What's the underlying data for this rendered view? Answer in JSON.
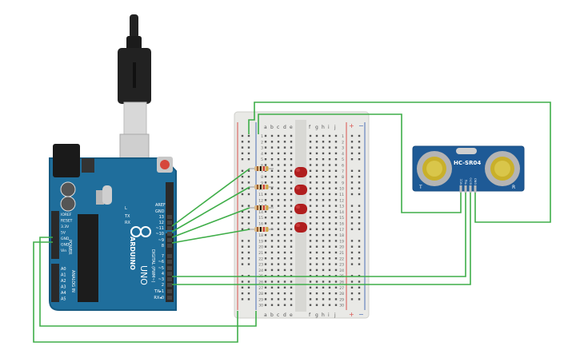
{
  "canvas": {
    "background": "#ffffff"
  },
  "colors": {
    "wire": "#3fae49",
    "arduino_board": "#1f6e9c",
    "arduino_edge": "#165a82",
    "breadboard": "#e9e9e6",
    "rail_red": "#d9534f",
    "rail_blue": "#4a6fb5",
    "sensor_board": "#1e5a96",
    "transducer": "#c9b02a",
    "led": "#b01e1e",
    "usb": "#222222"
  },
  "arduino": {
    "brand": "ARDUINO",
    "model": "UNO",
    "aref_label": "AREF",
    "gnd_label": "GND",
    "digital_label": "DIGITAL (PWM~)",
    "tx_label": "TX→1",
    "rx_label": "RX←0",
    "tx_led": "TX",
    "rx_led": "RX",
    "l_led": "L",
    "power_label": "POWER",
    "analog_label": "ANALOG IN",
    "power_pins": [
      "IOREF",
      "RESET",
      "3.3V",
      "5V",
      "GND",
      "GND",
      "Vin"
    ],
    "analog_pins": [
      "A0",
      "A1",
      "A2",
      "A3",
      "A4",
      "A5"
    ],
    "digital_pins": [
      "13",
      "12",
      "~11",
      "~10",
      "~9",
      "8",
      "7",
      "~6",
      "~5",
      "4",
      "~3",
      "2",
      "TX▸1",
      "RX◂0"
    ]
  },
  "breadboard": {
    "column_letters_left": [
      "a",
      "b",
      "c",
      "d",
      "e"
    ],
    "column_letters_right": [
      "f",
      "g",
      "h",
      "i",
      "j"
    ],
    "rail_plus": "+",
    "rail_minus": "−",
    "row_numbers": [
      "1",
      "2",
      "3",
      "4",
      "5",
      "6",
      "7",
      "8",
      "9",
      "10",
      "11",
      "12",
      "13",
      "14",
      "15",
      "16",
      "17",
      "18",
      "19",
      "20",
      "21",
      "22",
      "23",
      "24",
      "25",
      "26",
      "27",
      "28",
      "29",
      "30"
    ]
  },
  "sensor": {
    "name": "HC-SR04",
    "left_marker": "T",
    "right_marker": "R",
    "pins": [
      "VCC",
      "Trig",
      "Echo",
      "GND"
    ]
  },
  "components": {
    "resistor_count": 4,
    "led_count": 4
  }
}
